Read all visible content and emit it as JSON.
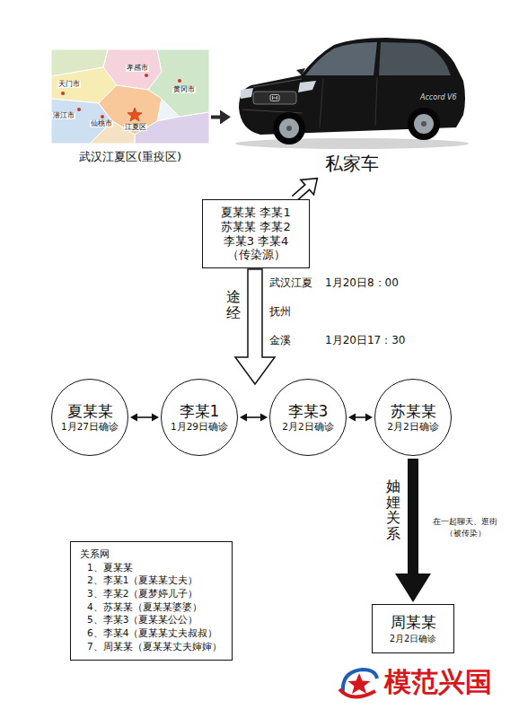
{
  "diagram": {
    "nodes": [
      {
        "text": [
          "武汉江夏区(重疫区)"
        ]
      },
      {
        "text": [
          "私家车"
        ]
      },
      {
        "text": [
          "夏某某 李某1 苏某某 李某2 李某3 李某4 （传染源）"
        ]
      },
      {
        "text": [
          "夏某某",
          "1月27日确诊"
        ]
      },
      {
        "text": [
          "李某1",
          "1月29日确诊"
        ]
      },
      {
        "text": [
          "李某3",
          "2月2日确诊"
        ]
      },
      {
        "text": [
          "苏某某",
          "2月2日确诊"
        ]
      },
      {
        "text": [
          "关系网",
          "1、夏某某",
          "2、李某1（夏某某丈夫）",
          "3、李某2（夏梦婷儿子）",
          "4、苏某某（夏某某婆婆）",
          "5、李某3（夏某某公公）",
          "6、李某4（夏某某丈夫叔叔）",
          "7、周某某（夏某某丈夫婶婶）"
        ]
      },
      {
        "text": [
          "周某某",
          "2月2日确诊"
        ]
      }
    ],
    "edges": [
      {
        "from": 0,
        "to": 1,
        "arrow": "to"
      },
      {
        "from": 2,
        "to": 1,
        "arrow": "to"
      },
      {
        "from": 3,
        "to": 4,
        "arrow": "both"
      },
      {
        "from": 4,
        "to": 5,
        "arrow": "both"
      },
      {
        "from": 5,
        "to": 6,
        "arrow": "both"
      },
      {
        "from": 6,
        "to": 8,
        "arrow": "to",
        "label": "妯娌关系"
      }
    ],
    "labels": [
      "天门市",
      "孝感市",
      "黄冈市",
      "潜江市",
      "仙桃市",
      "江夏区",
      "Accord V6",
      "途经",
      "武汉江夏",
      "1月20日8：00",
      "抚州",
      "金溪",
      "1月20日17：30",
      "在一起聊天、逛街 （被传染）",
      "模范兴国"
    ]
  }
}
